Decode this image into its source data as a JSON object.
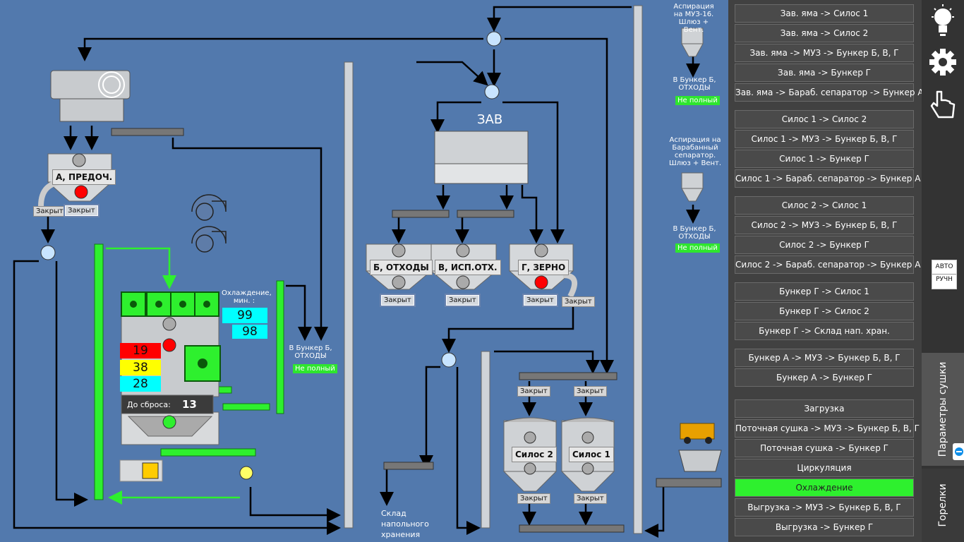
{
  "scheme": {
    "labels": {
      "zav": "ЗАВ",
      "bunker_a": "А, ПРЕДОЧ.",
      "bunker_b": "Б, ОТХОДЫ",
      "bunker_v": "В, ИСП.ОТХ.",
      "bunker_g": "Г, ЗЕРНО",
      "silo2": "Силос 2",
      "silo1": "Силос 1",
      "sklad": "Склад напольного хранения",
      "to_bunker_b_1": "В Бункер Б, ОТХОДЫ",
      "to_bunker_b_2": "В Бункер Б, ОТХОДЫ",
      "to_bunker_b_3": "В Бункер Б, ОТХОДЫ",
      "asp_muz": "Аспирация на МУЗ-16. Шлюз + Вент.",
      "asp_sep": "Аспирация на Барабанный сепаратор. Шлюз + Вент.",
      "cooling_label": "Охлаждение, мин. :",
      "do_sbrosa": "До сброса:"
    },
    "states": {
      "closed": "Закрыт",
      "not_full": "Не полный"
    },
    "dryer": {
      "cooling_set": "99",
      "cooling_left": "98",
      "temp_red": "19",
      "temp_yellow": "38",
      "temp_cyan": "28",
      "do_sbrosa_value": "13"
    },
    "colors": {
      "background": "#5279ad",
      "active_green": "#2ef02e",
      "alarm_red": "#ff0000",
      "temp_red": "#ff0000",
      "temp_yellow": "#ffff00",
      "temp_cyan": "#00ffff"
    }
  },
  "routes": {
    "group1": [
      "Зав. яма -> Силос 1",
      "Зав. яма -> Силос 2",
      "Зав. яма -> МУЗ -> Бункер Б, В, Г",
      "Зав. яма -> Бункер Г",
      "Зав. яма -> Бараб. сепаратор -> Бункер А"
    ],
    "group2": [
      "Силос 1 -> Силос 2",
      "Силос 1 -> МУЗ -> Бункер Б, В, Г",
      "Силос 1 -> Бункер Г",
      "Силос 1 -> Бараб. сепаратор -> Бункер А"
    ],
    "group3": [
      "Силос 2 -> Силос 1",
      "Силос 2 -> МУЗ -> Бункер Б, В, Г",
      "Силос 2 -> Бункер Г",
      "Силос 2 -> Бараб. сепаратор -> Бункер А"
    ],
    "group4": [
      "Бункер Г -> Силос 1",
      "Бункер Г -> Силос 2",
      "Бункер Г -> Склад нап. хран."
    ],
    "group5": [
      "Бункер А -> МУЗ -> Бункер Б, В, Г",
      "Бункер А -> Бункер Г"
    ],
    "group6": [
      "Загрузка",
      "Поточная сушка -> МУЗ -> Бункер Б, В, Г",
      "Поточная сушка -> Бункер Г",
      "Циркуляция",
      "Охлаждение",
      "Выгрузка -> МУЗ -> Бункер Б, В, Г",
      "Выгрузка -> Бункер Г"
    ],
    "active": "Охлаждение"
  },
  "sidebar": {
    "icons": [
      "lightbulb-icon",
      "gear-icon",
      "hand-pointer-icon"
    ],
    "mode_auto": "АВТО",
    "mode_manual": "РУЧН",
    "tab_drying": "Параметры сушки",
    "tab_burners": "Горелки"
  }
}
